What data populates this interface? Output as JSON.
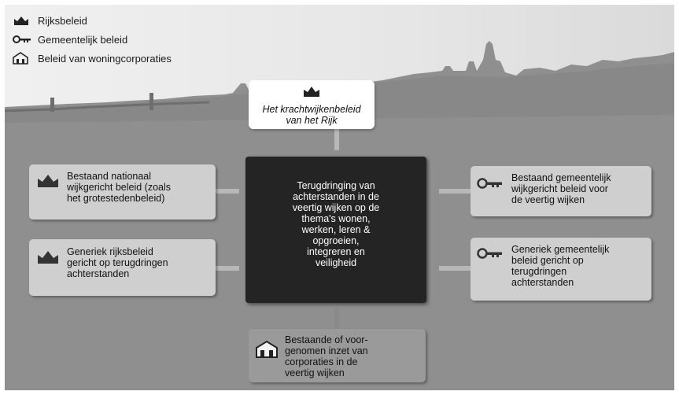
{
  "legend": {
    "items": [
      {
        "icon": "crown-icon",
        "label": "Rijksbeleid"
      },
      {
        "icon": "key-icon",
        "label": "Gemeentelijk beleid"
      },
      {
        "icon": "house-icon",
        "label": "Beleid van woningcorporaties"
      }
    ]
  },
  "top_box": {
    "icon": "crown-icon",
    "line1": "Het krachtwijkenbeleid",
    "line2": "van het Rijk"
  },
  "center_box": {
    "lines": [
      "Terugdringing van",
      "achterstanden in de",
      "veertig wijken op de",
      "thema's wonen,",
      "werken, leren &",
      "opgroeien,",
      "integreren en",
      "veiligheid"
    ]
  },
  "left_boxes": [
    {
      "icon": "crown-icon",
      "lines": [
        "Bestaand nationaal",
        "wijkgericht beleid (zoals",
        "het grotestedenbeleid)"
      ]
    },
    {
      "icon": "crown-icon",
      "lines": [
        "Generiek rijksbeleid",
        "gericht op terugdringen",
        "achterstanden"
      ]
    }
  ],
  "right_boxes": [
    {
      "icon": "key-icon",
      "lines": [
        "Bestaand gemeentelijk",
        "wijkgericht beleid voor",
        "de veertig wijken"
      ]
    },
    {
      "icon": "key-icon",
      "lines": [
        "Generiek gemeentelijk",
        "beleid gericht op",
        "terugdringen",
        "achterstanden"
      ]
    }
  ],
  "bottom_box": {
    "icon": "house-icon",
    "lines": [
      "Bestaande of voor-",
      "genomen inzet van",
      "corporaties in de",
      "veertig wijken"
    ]
  },
  "colors": {
    "center_bg": "#242424",
    "box_bg": "#cfcfcf",
    "bottom_bg": "#9a9a9a",
    "skyline": "#8f8f8f"
  }
}
